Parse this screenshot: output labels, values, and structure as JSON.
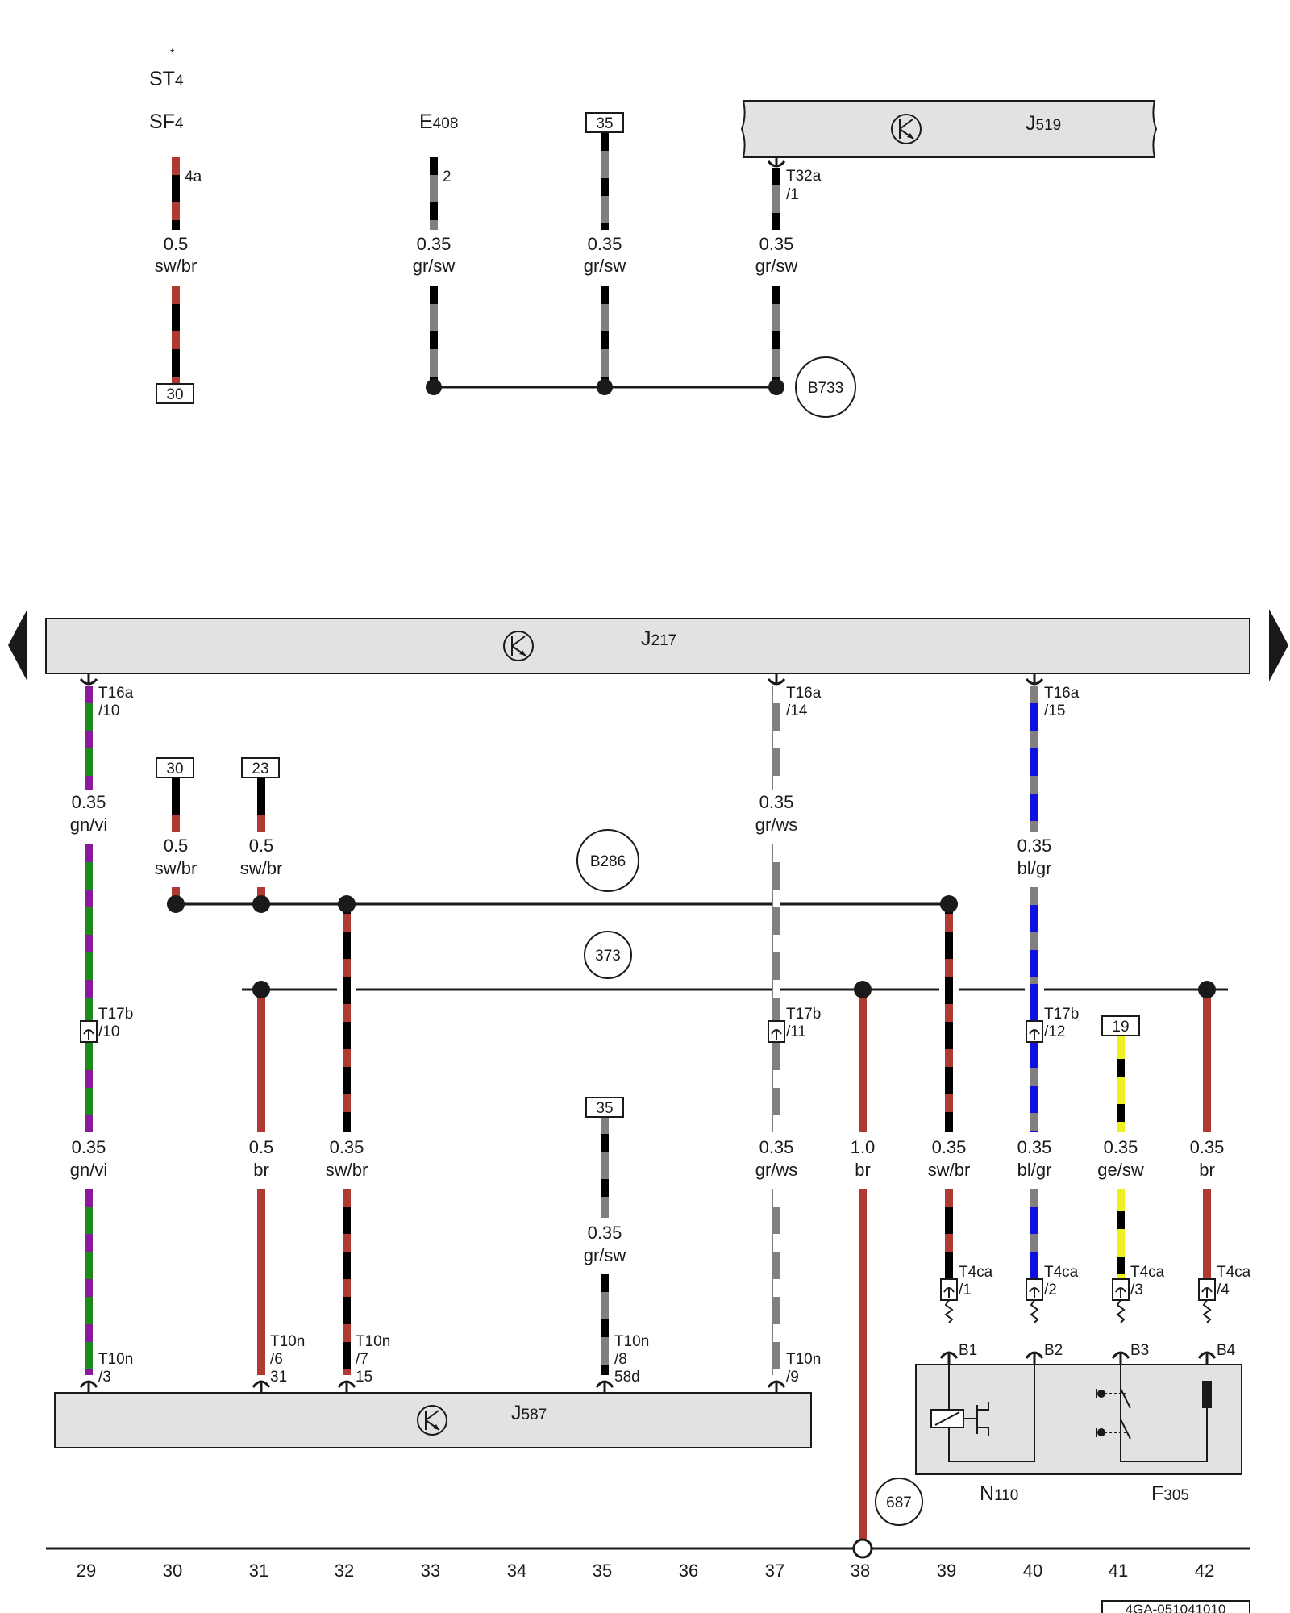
{
  "components": {
    "st4": {
      "name": "ST",
      "sub": "4",
      "star": "*"
    },
    "sf4": {
      "name": "SF",
      "sub": "4"
    },
    "e408": {
      "name": "E",
      "sub": "408"
    },
    "j519": {
      "name": "J",
      "sub": "519"
    },
    "j217": {
      "name": "J",
      "sub": "217"
    },
    "j587": {
      "name": "J",
      "sub": "587"
    },
    "n110": {
      "name": "N",
      "sub": "110"
    },
    "f305": {
      "name": "F",
      "sub": "305"
    }
  },
  "boxes": {
    "b30_top": "30",
    "b35_top": "35",
    "b30_mid": "30",
    "b23_mid": "23",
    "b35_low": "35",
    "b19": "19"
  },
  "circles": {
    "b733": "B733",
    "b286": "B286",
    "c373": "373",
    "c687": "687"
  },
  "pins": {
    "p4a": "4a",
    "p2": "2",
    "t32a": "T32a",
    "t32a_1": "/1",
    "t16a_10_a": "T16a",
    "t16a_10_b": "/10",
    "t16a_14_a": "T16a",
    "t16a_14_b": "/14",
    "t16a_15_a": "T16a",
    "t16a_15_b": "/15",
    "t17b_10_a": "T17b",
    "t17b_10_b": "/10",
    "t17b_11_a": "T17b",
    "t17b_11_b": "/11",
    "t17b_12_a": "T17b",
    "t17b_12_b": "/12",
    "t10n_3_a": "T10n",
    "t10n_3_b": "/3",
    "t10n_6_a": "T10n",
    "t10n_6_b": "/6",
    "t10n_6_c": "31",
    "t10n_7_a": "T10n",
    "t10n_7_b": "/7",
    "t10n_7_c": "15",
    "t10n_8_a": "T10n",
    "t10n_8_b": "/8",
    "t10n_8_c": "58d",
    "t10n_9_a": "T10n",
    "t10n_9_b": "/9",
    "t4ca_1_a": "T4ca",
    "t4ca_1_b": "/1",
    "t4ca_2_a": "T4ca",
    "t4ca_2_b": "/2",
    "t4ca_3_a": "T4ca",
    "t4ca_3_b": "/3",
    "t4ca_4_a": "T4ca",
    "t4ca_4_b": "/4",
    "b1": "B1",
    "b2": "B2",
    "b3": "B3",
    "b4": "B4"
  },
  "wires": {
    "w1_size": "0.5",
    "w1_color": "sw/br",
    "w2_size": "0.35",
    "w2_color": "gr/sw",
    "w3_size": "0.35",
    "w3_color": "gr/sw",
    "w4_size": "0.35",
    "w4_color": "gr/sw",
    "w5_size": "0.35",
    "w5_color": "gn/vi",
    "w6_size": "0.5",
    "w6_color": "sw/br",
    "w7_size": "0.5",
    "w7_color": "sw/br",
    "w8_size": "0.35",
    "w8_color": "gr/ws",
    "w9_size": "0.35",
    "w9_color": "bl/gr",
    "w10_size": "0.35",
    "w10_color": "gn/vi",
    "w11_size": "0.5",
    "w11_color": "br",
    "w12_size": "0.35",
    "w12_color": "sw/br",
    "w13_size": "0.35",
    "w13_color": "gr/sw",
    "w14_size": "0.35",
    "w14_color": "gr/ws",
    "w15_size": "1.0",
    "w15_color": "br",
    "w16_size": "0.35",
    "w16_color": "sw/br",
    "w17_size": "0.35",
    "w17_color": "bl/gr",
    "w18_size": "0.35",
    "w18_color": "ge/sw",
    "w19_size": "0.35",
    "w19_color": "br"
  },
  "columns": [
    "29",
    "30",
    "31",
    "32",
    "33",
    "34",
    "35",
    "36",
    "37",
    "38",
    "39",
    "40",
    "41",
    "42"
  ],
  "drawing_code": "4GA-051041010",
  "colors": {
    "sw": "#000000",
    "br": "#b03a32",
    "gr": "#808080",
    "ws": "#ffffff",
    "gn": "#1e8a1e",
    "vi": "#8b1a9b",
    "bl": "#1010e0",
    "ge": "#f0f020",
    "component_fill": "#e2e2e2"
  }
}
